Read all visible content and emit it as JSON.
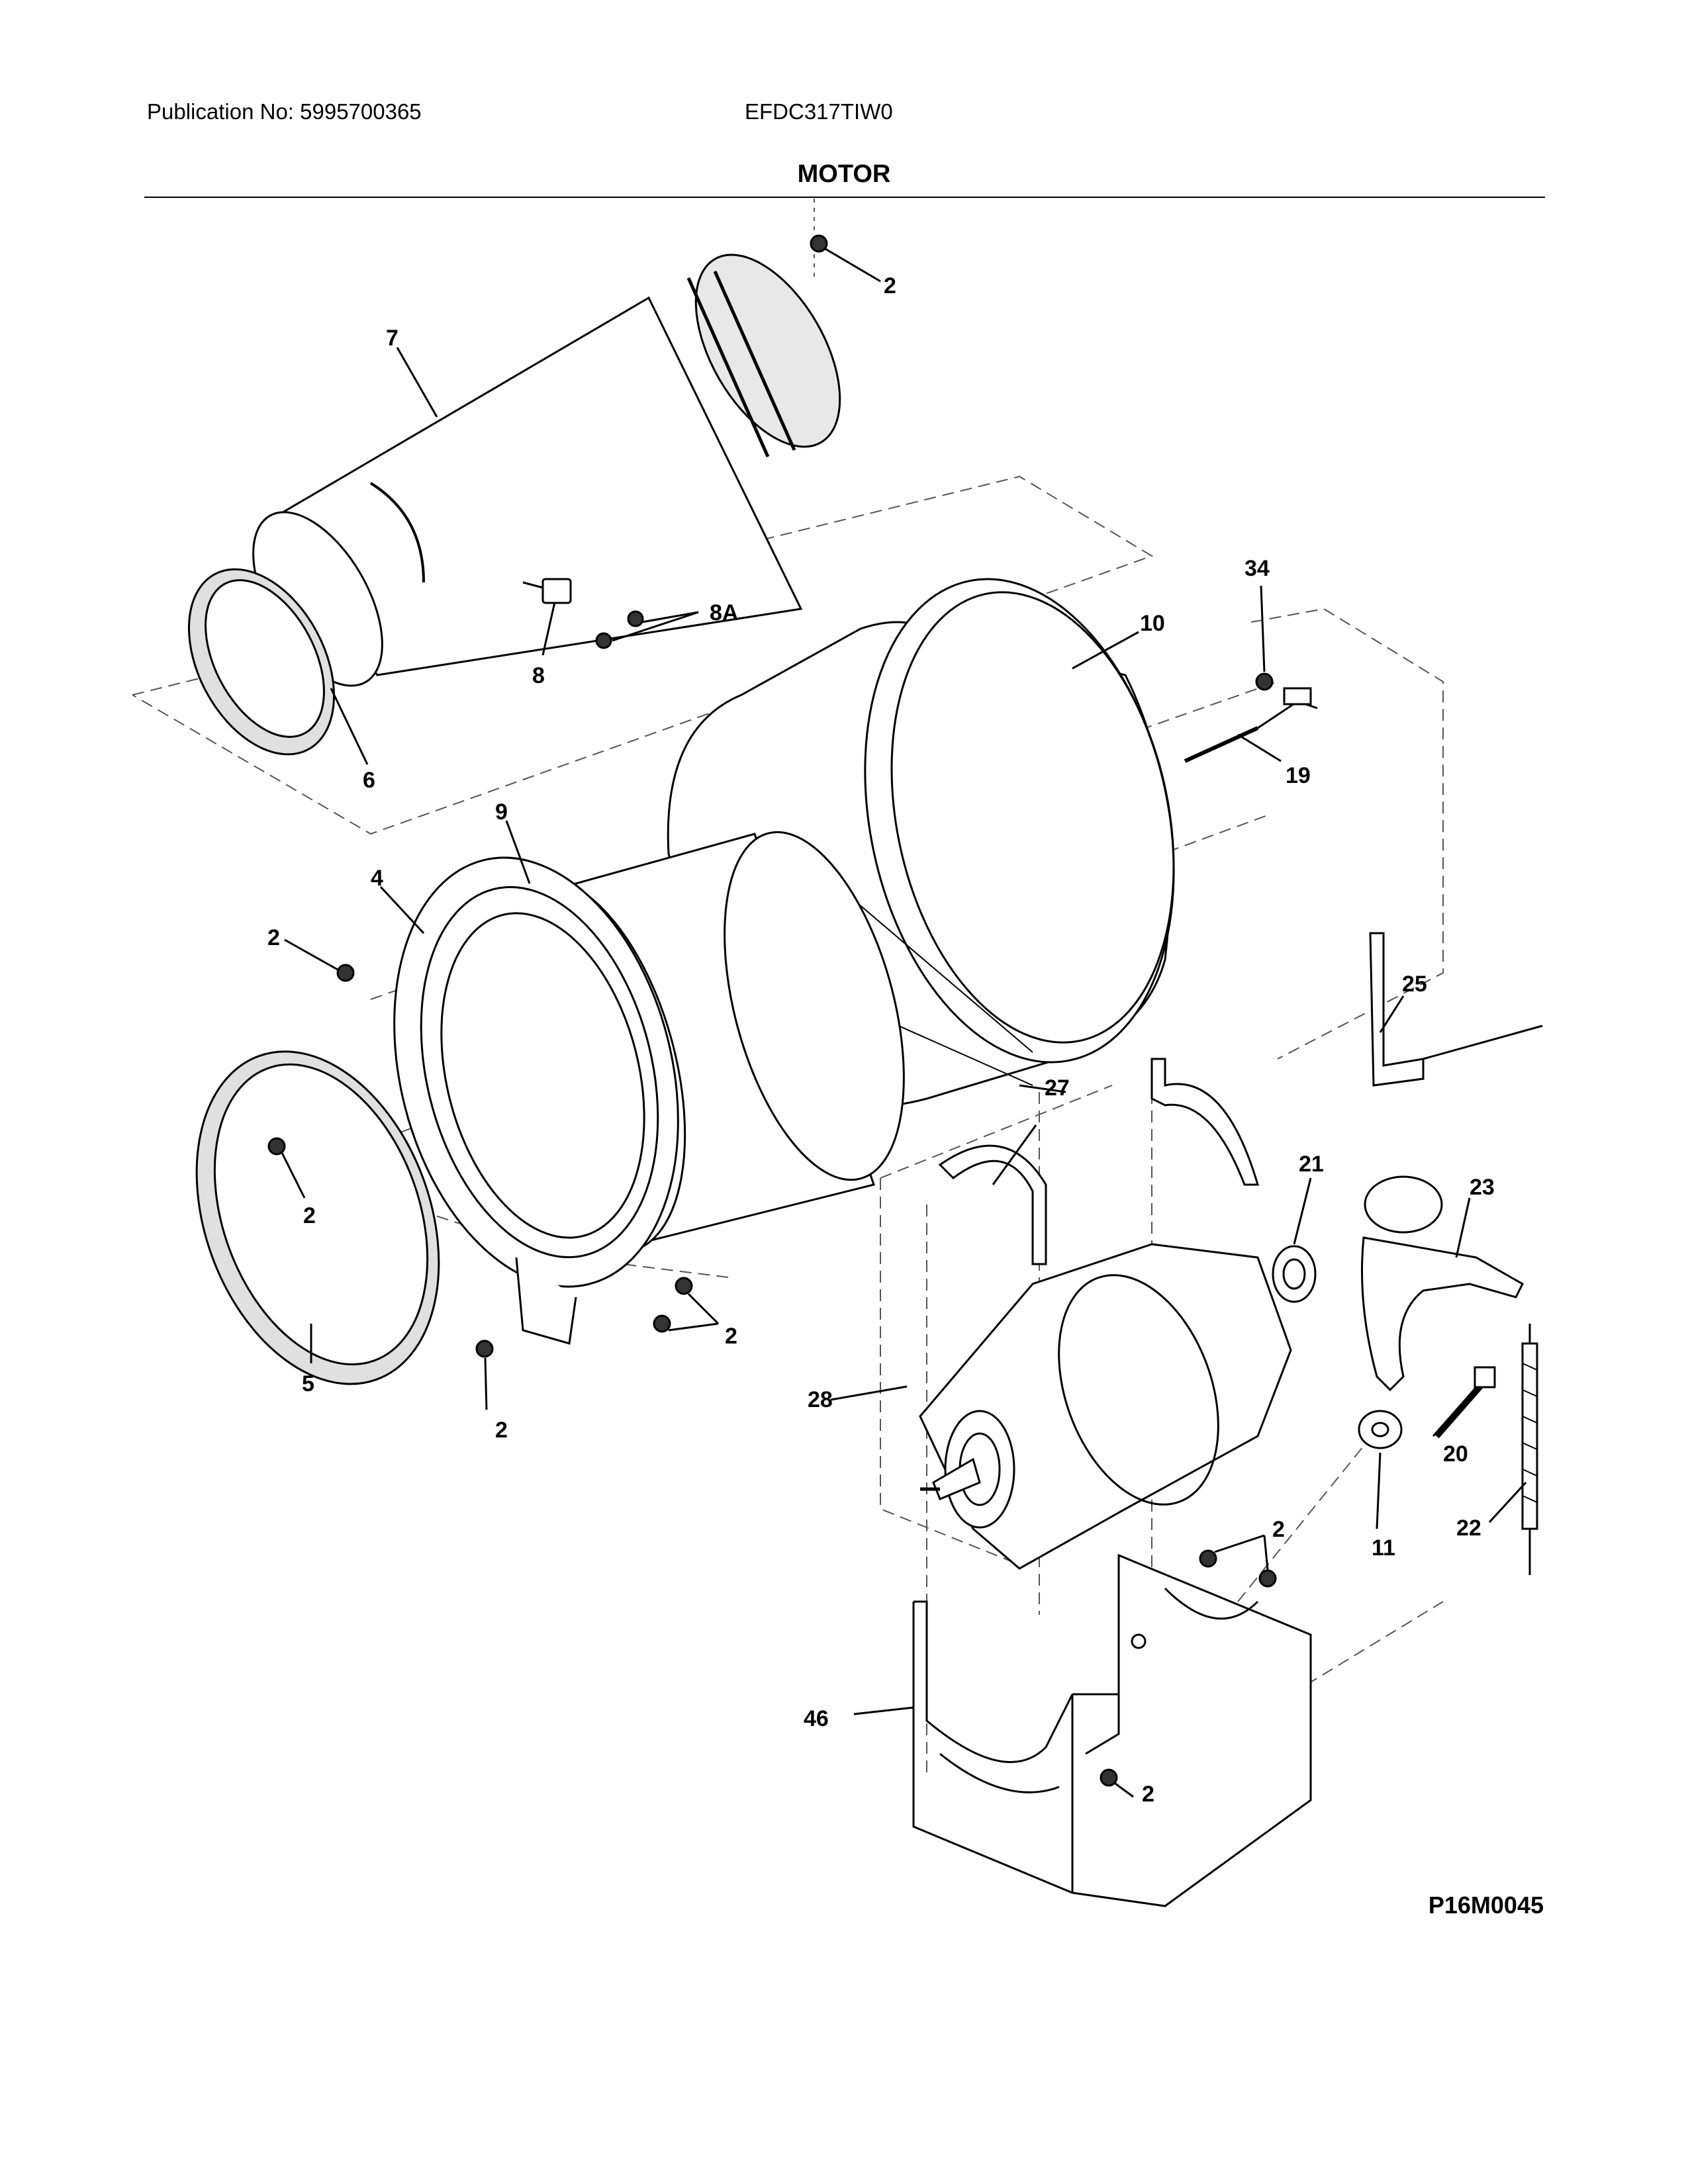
{
  "header": {
    "publication": "Publication No: 5995700365",
    "model": "EFDC317TIW0",
    "section_title": "MOTOR"
  },
  "diagram_code": "P16M0045",
  "callouts": {
    "c2a": "2",
    "c7": "7",
    "c8a": "8A",
    "c8": "8",
    "c6": "6",
    "c34": "34",
    "c10": "10",
    "c19": "19",
    "c9": "9",
    "c4": "4",
    "c2b": "2",
    "c25": "25",
    "c27": "27",
    "c21": "21",
    "c23": "23",
    "c2c": "2",
    "c2d": "2",
    "c5": "5",
    "c2e": "2",
    "c28": "28",
    "c20": "20",
    "c11": "11",
    "c22": "22",
    "c2f": "2",
    "c46": "46",
    "c2g": "2"
  },
  "colors": {
    "line": "#000000",
    "dash": "#555555",
    "fill": "#ffffff",
    "shade": "#e8e8e8"
  }
}
